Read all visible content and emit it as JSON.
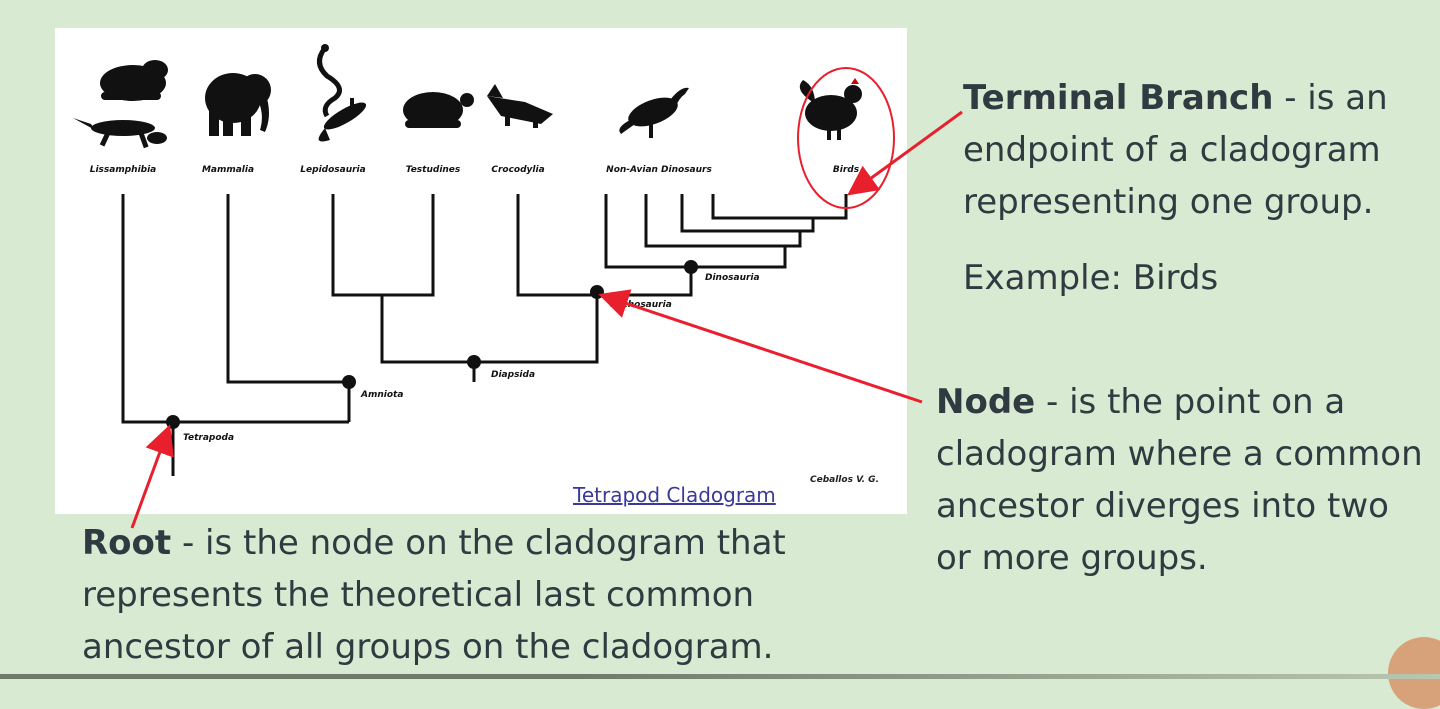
{
  "diagram": {
    "taxa": [
      "Lissamphibia",
      "Mammalia",
      "Lepidosauria",
      "Testudines",
      "Crocodylia",
      "Non-Avian Dinosaurs",
      "Birds"
    ],
    "clades": {
      "tetrapoda": "Tetrapoda",
      "amniota": "Amniota",
      "diapsida": "Diapsida",
      "archosauria": "Archosauria",
      "dinosauria": "Dinosauria"
    },
    "link_text": "Tetrapod Cladogram",
    "credit": "Ceballos V. G.",
    "colors": {
      "arrow": "#e8202e",
      "branch": "#111111",
      "background": "#d9ead2"
    }
  },
  "notes": {
    "terminal": {
      "term": "Terminal Branch",
      "def_line1": "- is an",
      "def_line2": "endpoint of a cladogram",
      "def_line3": "representing one group.",
      "example": "Example: Birds"
    },
    "node": {
      "term": "Node",
      "def_line1": "- is the point on a",
      "def_line2": "cladogram where a common",
      "def_line3": "ancestor diverges into two",
      "def_line4": "or more groups."
    },
    "root": {
      "term": "Root",
      "def_line1": "- is the node on the cladogram that",
      "def_line2": "represents the theoretical last common",
      "def_line3": "ancestor of all groups on the cladogram."
    }
  }
}
